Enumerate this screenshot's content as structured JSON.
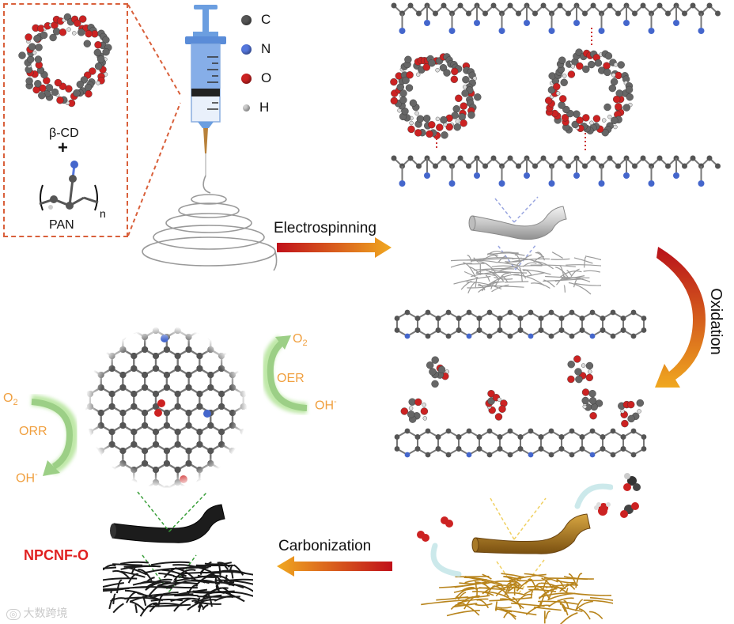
{
  "precursors": {
    "cd_label": "β-CD",
    "plus": "+",
    "pan_label": "PAN",
    "subscript": "n"
  },
  "legend": [
    {
      "symbol": "C",
      "color": "#555555"
    },
    {
      "symbol": "N",
      "color": "#5577dd"
    },
    {
      "symbol": "O",
      "color": "#cc2222"
    },
    {
      "symbol": "H",
      "color": "#cccccc"
    }
  ],
  "steps": {
    "electrospinning": "Electrospinning",
    "oxidation": "Oxidation",
    "carbonization": "Carbonization"
  },
  "catalysis": {
    "oer": {
      "label": "OER",
      "reactant": "O2",
      "product": "OH-"
    },
    "orr": {
      "label": "ORR",
      "reactant": "O2",
      "product": "OH-"
    }
  },
  "product_label": "NPCNF-O",
  "product_color": "#e02020",
  "watermark": "大数跨境"
}
